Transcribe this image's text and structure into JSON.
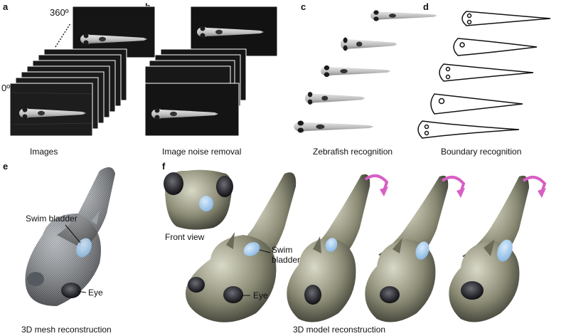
{
  "panels": {
    "a": {
      "letter": "a",
      "caption": "Images",
      "angle_top": "360º",
      "angle_bottom": "0º"
    },
    "b": {
      "letter": "b",
      "caption": "Image noise removal"
    },
    "c": {
      "letter": "c",
      "caption": "Zebrafish recognition"
    },
    "d": {
      "letter": "d",
      "caption": "Boundary recognition"
    },
    "e": {
      "letter": "e",
      "caption": "3D mesh reconstruction",
      "label_bladder": "Swim bladder",
      "label_eye": "Eye"
    },
    "f": {
      "letter": "f",
      "caption": "3D model reconstruction",
      "label_front": "Front view",
      "label_bladder": "Swim\nbladder",
      "label_eye": "Eye"
    }
  },
  "colors": {
    "image_bg": "#1a1a1a",
    "fish_body": "#c9c9c9",
    "model_body": "#8f8f7a",
    "bladder": "#a9cdee",
    "arrow": "#d85fc4",
    "mesh": "#8a8f96"
  }
}
